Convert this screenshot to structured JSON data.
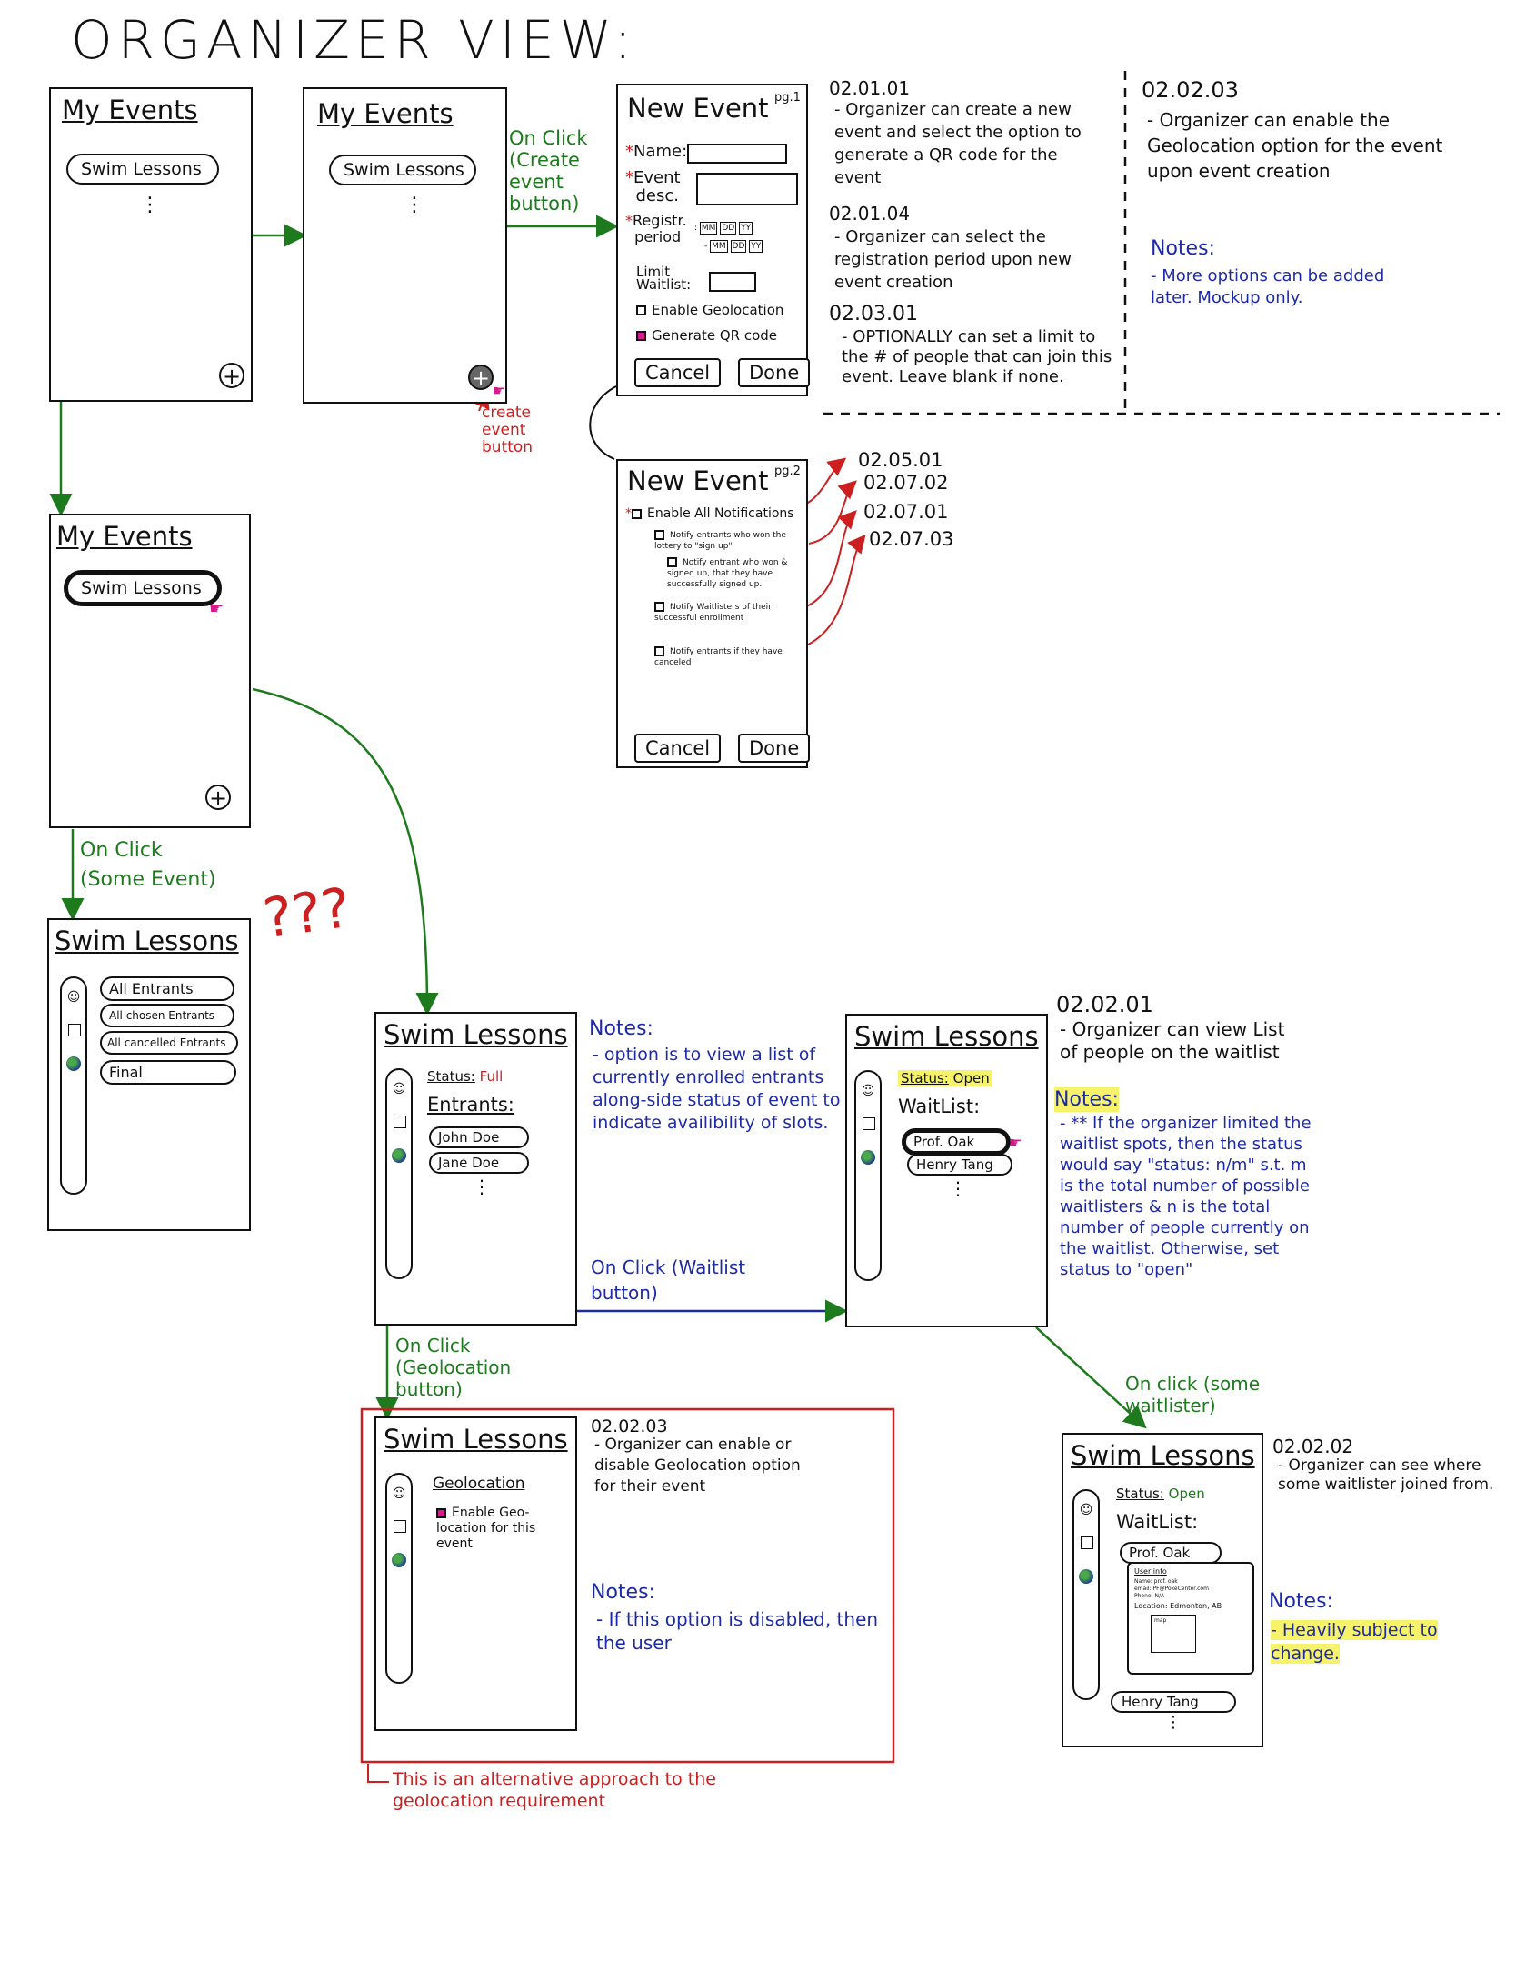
{
  "page_title": "ORGANIZER VIEW:",
  "screens": {
    "s1": {
      "title": "My Events",
      "item": "Swim Lessons",
      "more": "⋮",
      "plus": "+"
    },
    "s2": {
      "title": "My Events",
      "item": "Swim Lessons",
      "more": "⋮",
      "plus": "+",
      "annotation": "create event button"
    },
    "s3": {
      "title": "My Events",
      "item": "Swim Lessons",
      "plus": "+"
    },
    "ne1": {
      "title": "New Event",
      "page": "pg.1",
      "name_label": "Name:",
      "desc_label_1": "Event",
      "desc_label_2": "desc.",
      "reg_label_1": "Registr.",
      "reg_label_2": "period",
      "date_mm": "MM",
      "date_dd": "DD",
      "date_yy": "YY",
      "limit_label_1": "Limit",
      "limit_label_2": "Waitlist:",
      "geo_label": "Enable Geolocation",
      "qr_label": "Generate QR code",
      "cancel": "Cancel",
      "done": "Done"
    },
    "ne2": {
      "title": "New Event",
      "page": "pg.2",
      "all_notifs": "Enable All Notifications",
      "n1": "Notify entrants who won the lottery to \"sign up\"",
      "n2": "Notify entrant who won & signed up, that they have successfully signed up.",
      "n3": "Notify Waitlisters of their successful enrollment",
      "n4": "Notify entrants if they have canceled",
      "cancel": "Cancel",
      "done": "Done"
    },
    "s4": {
      "title": "Swim Lessons",
      "o1": "All Entrants",
      "o2": "All chosen Entrants",
      "o3": "All cancelled Entrants",
      "o4": "Final"
    },
    "s5": {
      "title": "Swim Lessons",
      "status_label": "Status:",
      "status_value": "Full",
      "heading": "Entrants:",
      "e1": "John Doe",
      "e2": "Jane Doe",
      "more": "⋮"
    },
    "s6": {
      "title": "Swim Lessons",
      "status_label": "Status:",
      "status_value": "Open",
      "heading": "WaitList:",
      "w1": "Prof. Oak",
      "w2": "Henry Tang",
      "more": "⋮"
    },
    "s7": {
      "title": "Swim Lessons",
      "heading": "Geolocation",
      "option": "Enable Geo-location for this event"
    },
    "s8": {
      "title": "Swim Lessons",
      "status_label": "Status:",
      "status_value": "Open",
      "heading": "WaitList:",
      "w1": "Prof. Oak",
      "w2": "Henry Tang",
      "more": "⋮",
      "info_title": "User info",
      "info_name": "Name: prof. oak",
      "info_email": "email: PF@PokeCenter.com",
      "info_phone": "Phone: N/A",
      "info_location": "Location: Edmonton, AB",
      "map_label": "map"
    }
  },
  "req_ids": {
    "pg2": [
      "02.05.01",
      "02.07.02",
      "02.07.01",
      "02.07.03"
    ]
  },
  "notes": {
    "n0201": {
      "id": "02.01.01",
      "text": "- Organizer can create a new event and select the option to generate a QR code for the event"
    },
    "n0104": {
      "id": "02.01.04",
      "text": "- Organizer can select the registration period upon new event creation"
    },
    "n0301": {
      "id": "02.03.01",
      "text": "- OPTIONALLY can set a limit to the # of people that can join this event. Leave blank if none."
    },
    "n0203a": {
      "id": "02.02.03",
      "text": "- Organizer can enable the Geolocation option for the event upon event creation",
      "notes_label": "Notes:",
      "notes_text": "- More options can be added later. Mockup only."
    },
    "entrants_notes": {
      "label": "Notes:",
      "text": "- option is to view a list of currently enrolled entrants along-side status of event to indicate availibility of slots."
    },
    "n0201b": {
      "id": "02.02.01",
      "text": "- Organizer can view List of people on the waitlist",
      "notes_label": "Notes:",
      "notes_text": "- ** If the organizer limited the waitlist spots, then the status would say \"status: n/m\" s.t. m is the total number of possible waitlisters & n is the total number of people currently on the waitlist. Otherwise, set status to \"open\""
    },
    "n0203b": {
      "id": "02.02.03",
      "text": "- Organizer can enable or disable Geolocation option for their event",
      "notes_label": "Notes:",
      "notes_text": "- If this option is disabled, then the user"
    },
    "n0202": {
      "id": "02.02.02",
      "text": "- Organizer can see where some waitlister joined from.",
      "notes_label": "Notes:",
      "notes_text": "- Heavily subject to change."
    }
  },
  "arrows": {
    "create": "On Click (Create event button)",
    "some_event": "On Click (Some Event)",
    "waitlist": "On Click (Waitlist button)",
    "geo": "On Click (Geolocation button)",
    "waitlister": "On click (some waitlister)"
  },
  "misc": {
    "question": "???",
    "alt_note": "This is an alternative approach to the geolocation requirement"
  },
  "colors": {
    "green": "#1d7a1d",
    "red": "#cc1f1f",
    "blue": "#1d2aa8",
    "pink": "#d61c8c",
    "highlight": "#f6f36a"
  }
}
